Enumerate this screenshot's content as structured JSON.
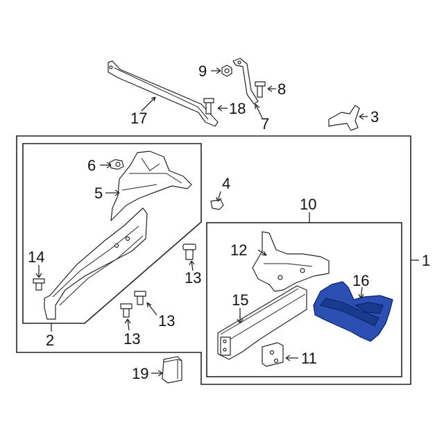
{
  "callouts": {
    "c1": "1",
    "c2": "2",
    "c3": "3",
    "c4": "4",
    "c5": "5",
    "c6": "6",
    "c7": "7",
    "c8": "8",
    "c9": "9",
    "c10": "10",
    "c11": "11",
    "c12": "12",
    "c13a": "13",
    "c13b": "13",
    "c13c": "13",
    "c14": "14",
    "c15": "15",
    "c16": "16",
    "c17": "17",
    "c18": "18",
    "c19": "19"
  },
  "colors": {
    "highlight": "#2b4fb3",
    "line": "#222222",
    "background": "#ffffff"
  }
}
